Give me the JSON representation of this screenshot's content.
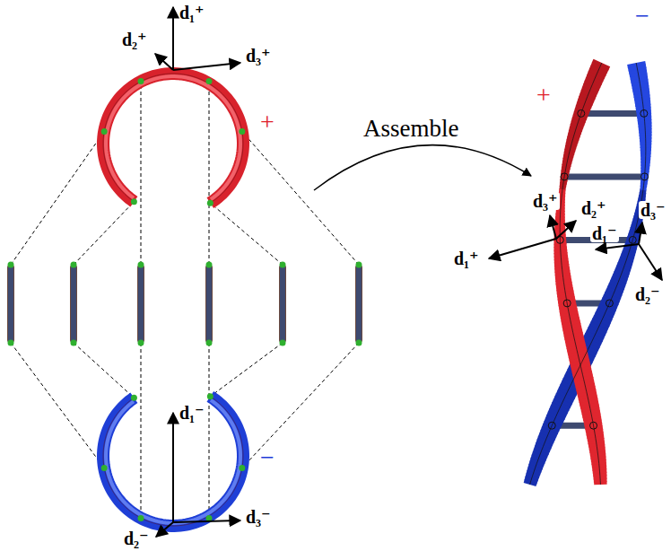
{
  "diagram": {
    "labels": [
      "d₁⁺",
      "d₂⁺",
      "d₃⁺",
      "+",
      "Assemble",
      "d₁⁻",
      "d₂⁻",
      "d₃⁻",
      "−",
      "−",
      "+",
      "d₃⁺",
      "d₂⁺",
      "d₃⁻",
      "d₁⁺",
      "d₁⁻",
      "d₂⁻"
    ]
  }
}
